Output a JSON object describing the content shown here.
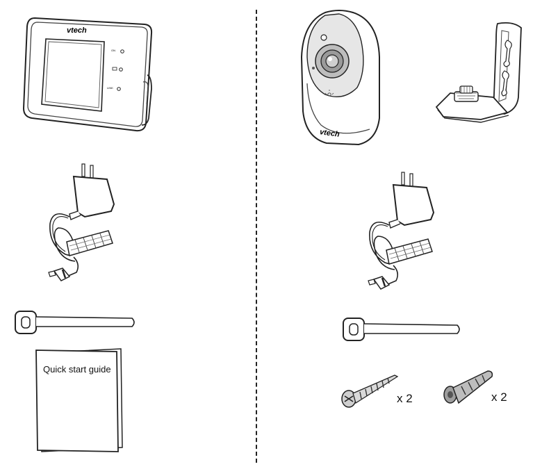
{
  "monitor": {
    "brand": "vtech",
    "indicators": [
      "ON",
      "",
      "LINK"
    ]
  },
  "camera": {
    "brand": "vtech"
  },
  "guide": {
    "title": "Quick start  guide"
  },
  "screw": {
    "qty": "x 2"
  },
  "anchor": {
    "qty": "x 2"
  }
}
